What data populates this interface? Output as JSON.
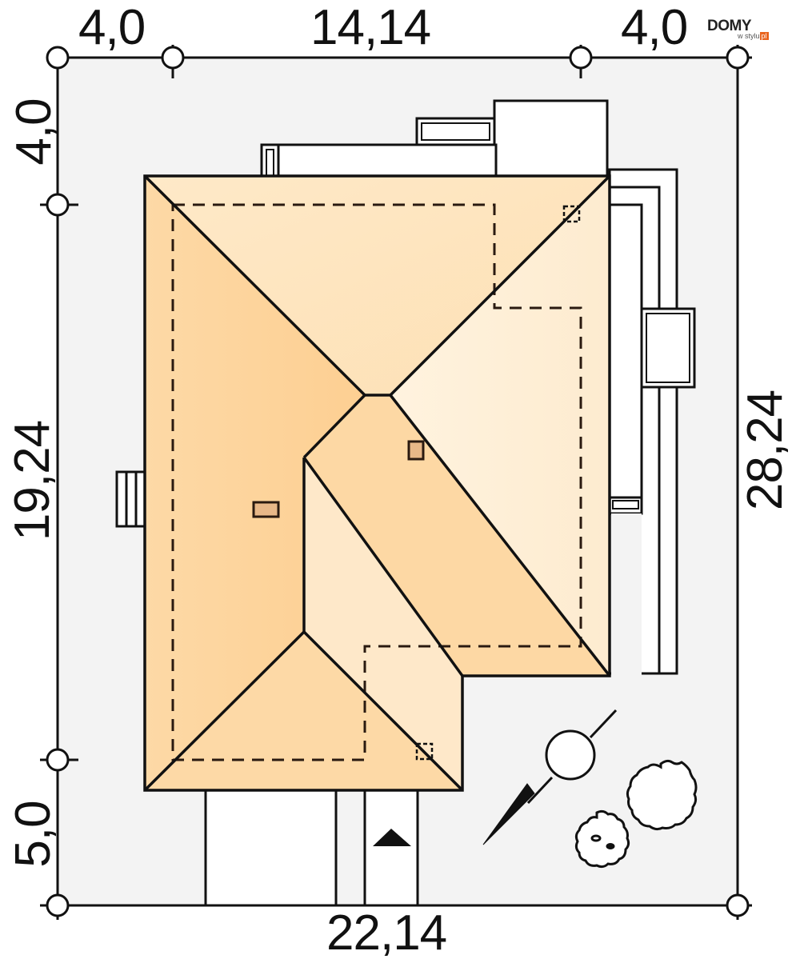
{
  "diagram": {
    "type": "site-plan",
    "colors": {
      "plot": "#f3f3f3",
      "line": "#111111",
      "roof_dark": "#fdd49a",
      "roof_mid": "#fde2b8",
      "roof_light": "#fef0d8",
      "chimney": "#e8b888",
      "structure": "#ffffff",
      "logo_accent": "#e8641e"
    },
    "dimensions": {
      "top": [
        "4,0",
        "14,14",
        "4,0"
      ],
      "left": [
        "4,0",
        "19,24",
        "5,0"
      ],
      "right": "28,24",
      "bottom": "22,14"
    },
    "logo": {
      "main": "DOMY",
      "sub": "w stylu",
      "suffix": "pl"
    },
    "icons": [
      "north-arrow-icon",
      "tree-icon",
      "entrance-arrow-icon"
    ]
  }
}
